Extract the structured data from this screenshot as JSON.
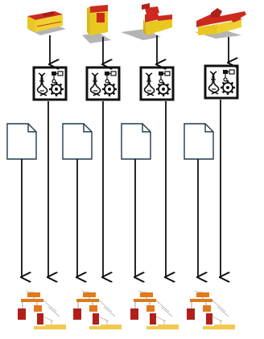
{
  "pipelines": [
    {
      "id": "a",
      "building": "building-simple",
      "algorithm": "genetic-gear",
      "document": "blank-document",
      "output": "fault-tree"
    },
    {
      "id": "b",
      "building": "building-l-shape",
      "algorithm": "genetic-gear",
      "document": "blank-document",
      "output": "fault-tree"
    },
    {
      "id": "c",
      "building": "building-stepped",
      "algorithm": "genetic-gear",
      "document": "blank-document",
      "output": "fault-tree"
    },
    {
      "id": "d",
      "building": "building-complex",
      "algorithm": "genetic-gear",
      "document": "blank-document",
      "output": "fault-tree"
    }
  ],
  "colors": {
    "wall": "#e8c820",
    "roof": "#cc2a1e",
    "shadow": "#a8a8a8",
    "icon_border": "#111111",
    "doc_stroke": "#1f3a4a",
    "arrow": "#111111",
    "tree_orange": "#e07a1c",
    "tree_red": "#b0201a",
    "tree_yellow": "#f2c94c"
  },
  "icons": [
    "dna-helix-icon",
    "gear-icon",
    "flowchart-icon",
    "document-icon",
    "arrow-down-icon"
  ]
}
